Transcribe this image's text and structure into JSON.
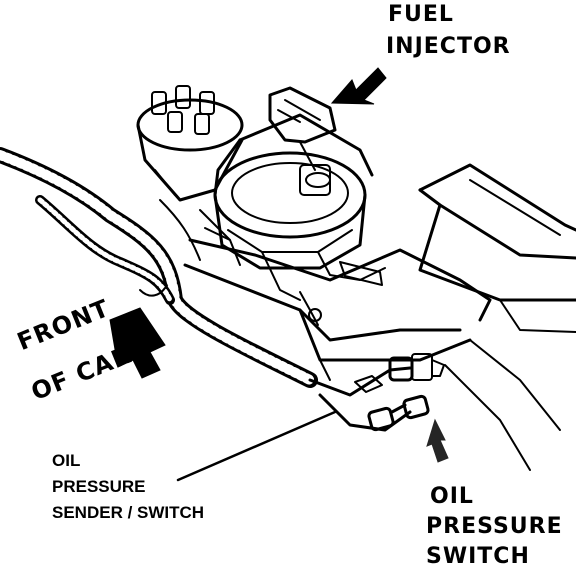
{
  "labels": {
    "fuel_injector_1": "FUEL",
    "fuel_injector_2": "INJECTOR",
    "front_of_car_1": "FRONT",
    "front_of_car_2": "OF CAR",
    "oil_sender_1": "OIL",
    "oil_sender_2": "PRESSURE",
    "oil_sender_3": "SENDER / SWITCH",
    "oil_switch_1": "OIL",
    "oil_switch_2": "PRESSURE",
    "oil_switch_3": "SWITCH"
  },
  "colors": {
    "ink": "#000000",
    "paper": "#ffffff"
  }
}
